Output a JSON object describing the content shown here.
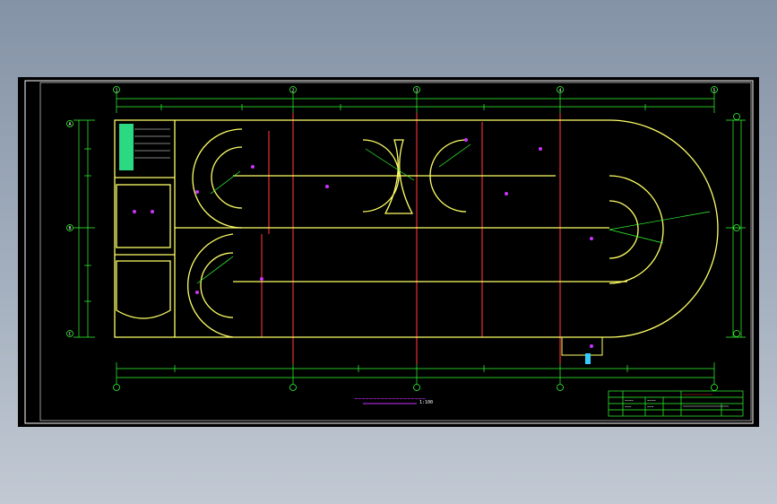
{
  "window": {
    "background": "#8f9cae"
  },
  "drawing": {
    "colors": {
      "frame": "#ffffff",
      "wall": "#ffff66",
      "dimension": "#33ff33",
      "axis": "#ff3333",
      "annotation": "#cc33ff",
      "hatch": "#33ff99",
      "text": "#ffffff",
      "accent": "#00ffff"
    },
    "grid_axes_top": [
      "1",
      "2",
      "3",
      "4",
      "5"
    ],
    "grid_axes_side": [
      "A",
      "B",
      "C"
    ],
    "plan_caption": "~~~~~~~~~~~~~~~~~~~",
    "plan_scale": "1:100",
    "title_block": {
      "project": "~~~~~~~~~~~",
      "drawing_name": "~~~~~~~~~~~~~~~~~",
      "rows": [
        "~~~~",
        "~~~",
        "~~~~",
        "~~~"
      ]
    }
  }
}
